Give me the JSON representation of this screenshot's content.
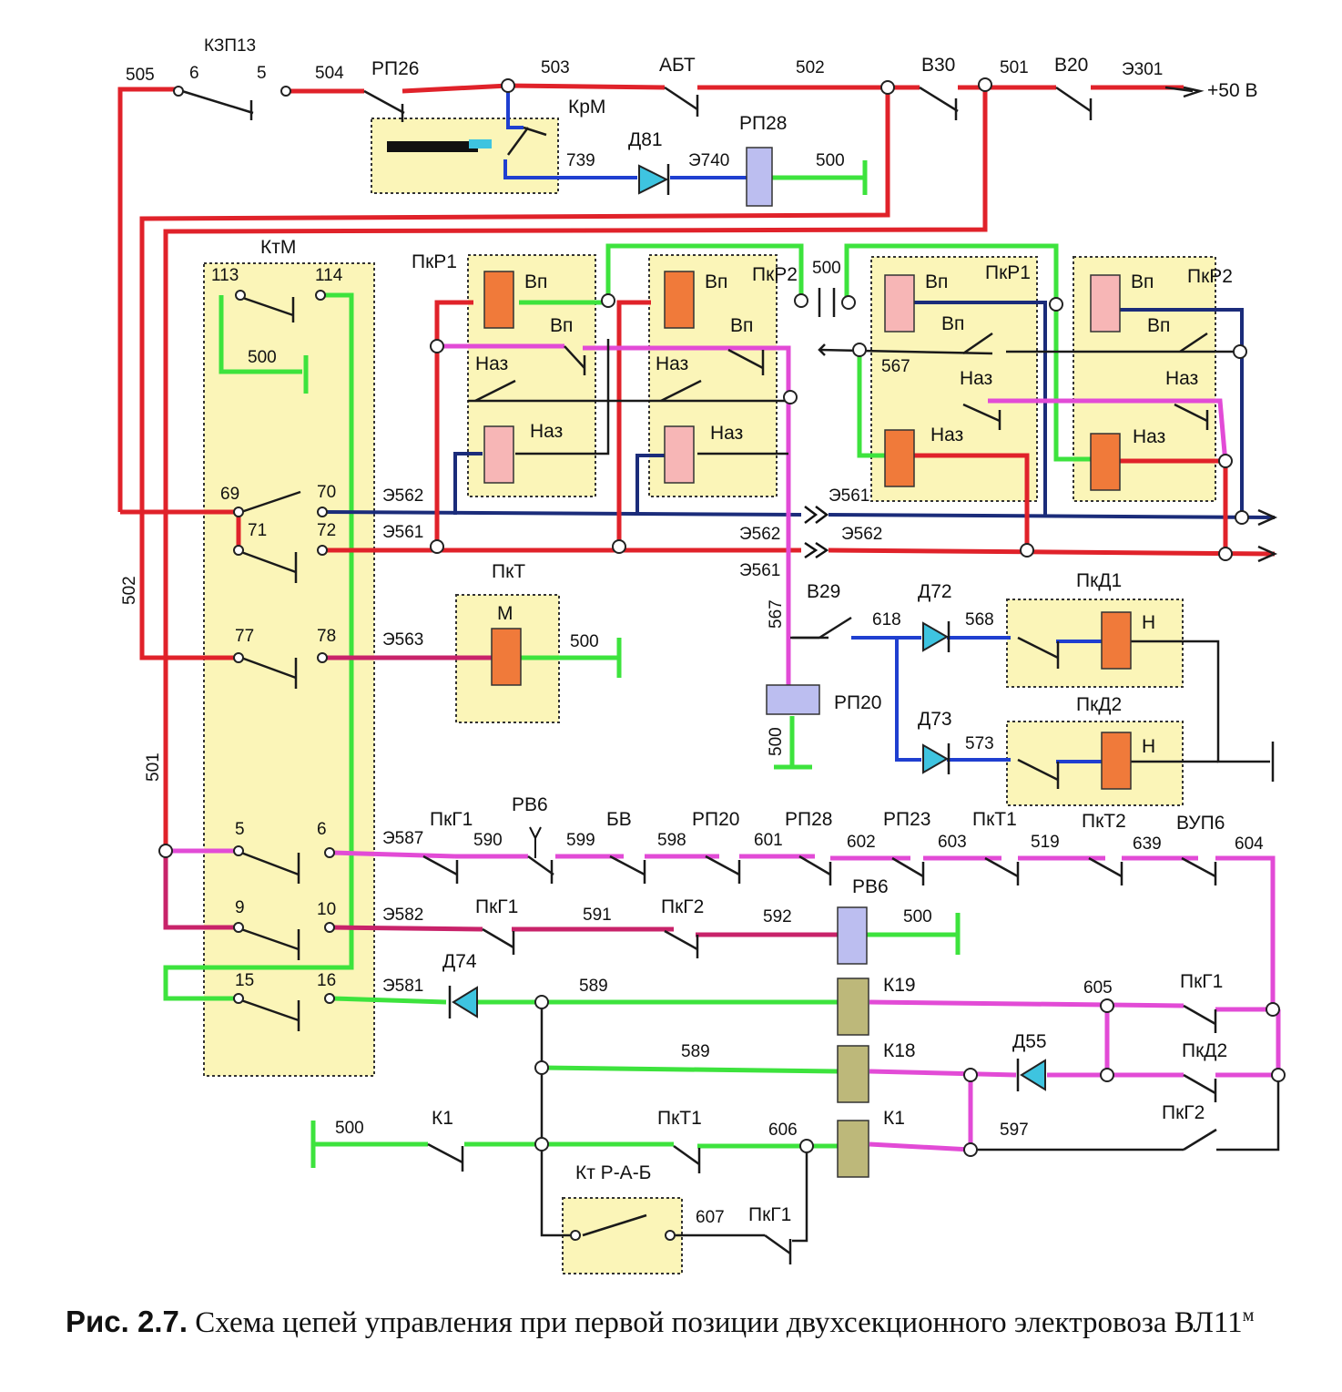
{
  "caption": {
    "figure": "Рис. 2.7.",
    "text": "Схема цепей управления при первой позиции двухсекционного электровоза",
    "model": "ВЛ11",
    "model_sup": "м"
  },
  "colors": {
    "red": "#e0222a",
    "green": "#3de33d",
    "magenta": "#e24bd6",
    "blue": "#1f3fd0",
    "navy": "#1b2c7a",
    "wire_black": "#1a1a1a",
    "panel": "#fbf5b8",
    "coil_orange": "#f07a3a",
    "coil_pink": "#f7b6b6",
    "coil_lavender": "#bcbef0",
    "coil_olive": "#bdb87a",
    "diode": "#3ec4e0"
  },
  "labels": {
    "kzp13": "КЗП13",
    "w505": "505",
    "c6": "6",
    "c5": "5",
    "w504": "504",
    "rp26": "РП26",
    "w503": "503",
    "abt": "АБТ",
    "w502": "502",
    "v30": "В30",
    "w501": "501",
    "v20": "В20",
    "e301": "Э301",
    "plus50": "+50 В",
    "krm": "КрМ",
    "w739": "739",
    "d81": "Д81",
    "e740": "Э740",
    "rp28": "РП28",
    "w500a": "500",
    "ktm": "КтМ",
    "c113": "113",
    "c114": "114",
    "w500b": "500",
    "pkr1_l": "ПкР1",
    "pkr2_l": "ПкР2",
    "w500c": "500",
    "pkr1_r": "ПкР1",
    "pkr2_r": "ПкР2",
    "vp": "Вп",
    "naz": "Наз",
    "w567a": "567",
    "c69": "69",
    "c70": "70",
    "c71": "71",
    "c72": "72",
    "e562a": "Э562",
    "e561a": "Э561",
    "e562b": "Э562",
    "e561b": "Э561",
    "e561c": "Э561",
    "e562c": "Э562",
    "w502v": "502",
    "w501v": "501",
    "c77": "77",
    "c78": "78",
    "e563": "Э563",
    "pkt": "ПкТ",
    "m": "М",
    "w500d": "500",
    "v29": "В29",
    "w567b": "567",
    "w618": "618",
    "d72": "Д72",
    "w568": "568",
    "pkd1": "ПкД1",
    "n": "Н",
    "rp20": "РП20",
    "w500e": "500",
    "d73": "Д73",
    "w573": "573",
    "pkd2": "ПкД2",
    "c5b": "5",
    "c6b": "6",
    "e587": "Э587",
    "pkg1a": "ПкГ1",
    "w590": "590",
    "rv6": "РВ6",
    "w599": "599",
    "bv": "БВ",
    "w598": "598",
    "rp20b": "РП20",
    "w601": "601",
    "rp28b": "РП28",
    "w602": "602",
    "rp23": "РП23",
    "w603": "603",
    "pkt1a": "ПкТ1",
    "w519": "519",
    "pkt2": "ПкТ2",
    "w639": "639",
    "vup6": "ВУП6",
    "w604": "604",
    "c9": "9",
    "c10": "10",
    "e582": "Э582",
    "pkg1b": "ПкГ1",
    "w591": "591",
    "pkg2a": "ПкГ2",
    "w592": "592",
    "rv6b": "РВ6",
    "w500f": "500",
    "c15": "15",
    "c16": "16",
    "e581": "Э581",
    "d74": "Д74",
    "w589a": "589",
    "k19": "К19",
    "w605": "605",
    "pkg1c": "ПкГ1",
    "w589b": "589",
    "k18": "К18",
    "d55": "Д55",
    "pkd2b": "ПкД2",
    "w500g": "500",
    "k1a": "К1",
    "pkt1b": "ПкТ1",
    "w606": "606",
    "k1b": "К1",
    "w597": "597",
    "pkg2b": "ПкГ2",
    "ktrab": "Кт Р-А-Б",
    "w607": "607",
    "pkg1d": "ПкГ1"
  }
}
